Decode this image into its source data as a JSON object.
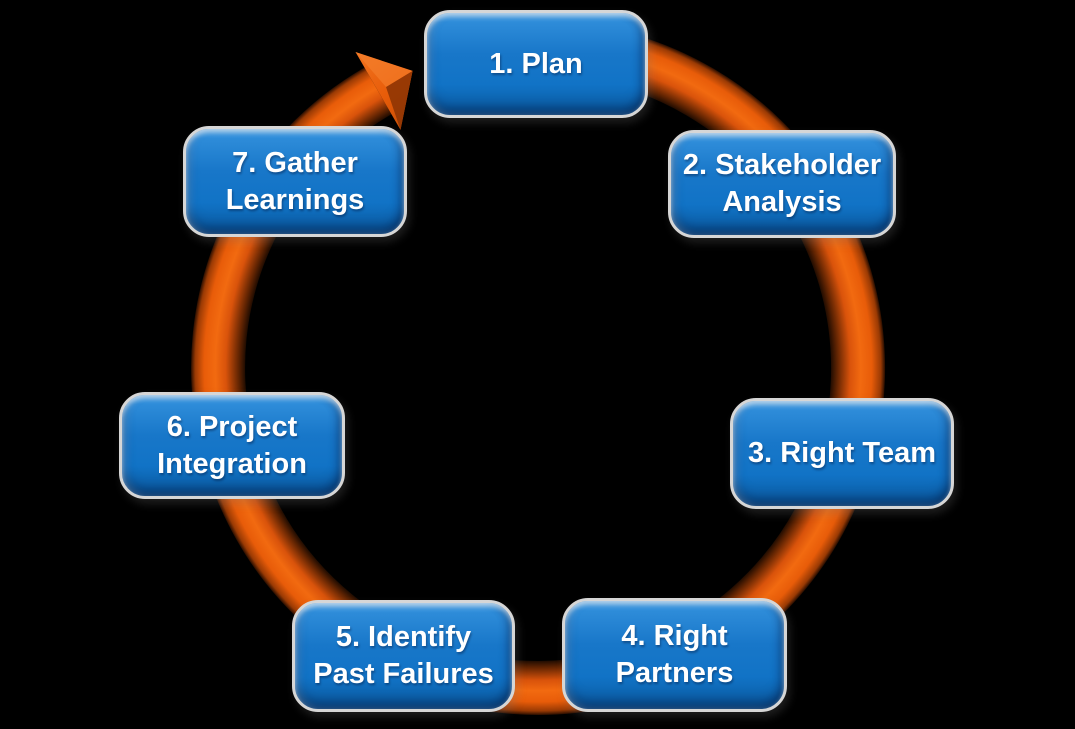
{
  "diagram": {
    "type": "cycle",
    "direction": "clockwise",
    "steps": [
      {
        "id": 1,
        "label": "1. Plan",
        "line1": "1. Plan",
        "line2": ""
      },
      {
        "id": 2,
        "label": "2. Stakeholder Analysis",
        "line1": "2. Stakeholder",
        "line2": "Analysis"
      },
      {
        "id": 3,
        "label": "3. Right Team",
        "line1": "3. Right Team",
        "line2": ""
      },
      {
        "id": 4,
        "label": "4. Right Partners",
        "line1": "4. Right",
        "line2": "Partners"
      },
      {
        "id": 5,
        "label": "5. Identify Past Failures",
        "line1": "5. Identify",
        "line2": "Past Failures"
      },
      {
        "id": 6,
        "label": "6. Project Integration",
        "line1": "6. Project",
        "line2": "Integration"
      },
      {
        "id": 7,
        "label": "7. Gather Learnings",
        "line1": "7. Gather",
        "line2": "Learnings"
      }
    ],
    "arrow": {
      "name": "clockwise-cycle-arrow",
      "points_to": "1. Plan"
    },
    "colors": {
      "background": "#000000",
      "box_fill": "#1178C8",
      "box_highlight": "#55AAE8",
      "box_shadow_edge": "#0A5AA0",
      "box_border": "#D6D6D6",
      "text": "#FFFFFF",
      "ring_orange": "#E85C09",
      "ring_bright": "#F26A10",
      "ring_dark_inner": "#2A0E00",
      "ring_dark_rim": "#9A3A04",
      "arrowhead_facet_dark": "#8F3504",
      "arrowhead_facet_light": "#F58332"
    }
  }
}
